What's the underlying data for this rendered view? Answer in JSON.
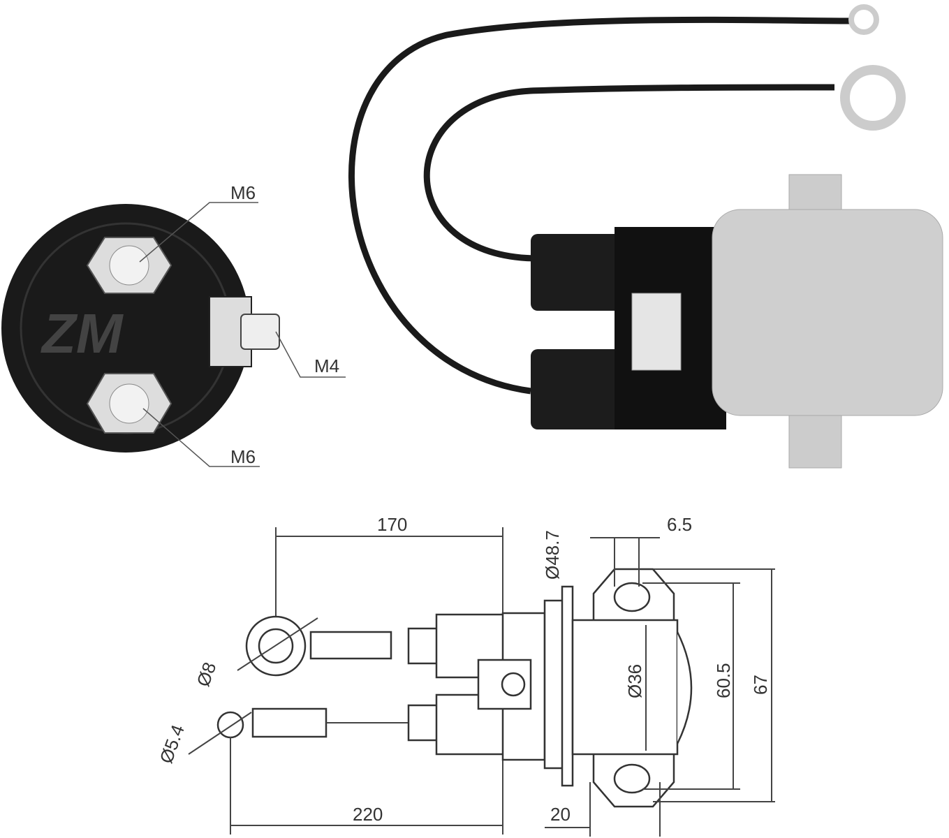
{
  "front_view": {
    "labels": {
      "top_terminal": "M6",
      "side_terminal": "M4",
      "bottom_terminal": "M6"
    },
    "logo_text": "ZM"
  },
  "dimensions": {
    "top_wire_length": "170",
    "bottom_wire_length": "220",
    "flange_diameter": "Ø48.7",
    "bracket_slot": "6.5",
    "body_diameter": "Ø36",
    "hole_spacing": "60.5",
    "bracket_height": "67",
    "large_ring": "Ø8",
    "small_ring": "Ø5.4",
    "flange_offset": "20"
  },
  "colors": {
    "body_dark": "#1c1c1c",
    "metal": "#c8c8c8",
    "line": "#333333"
  }
}
